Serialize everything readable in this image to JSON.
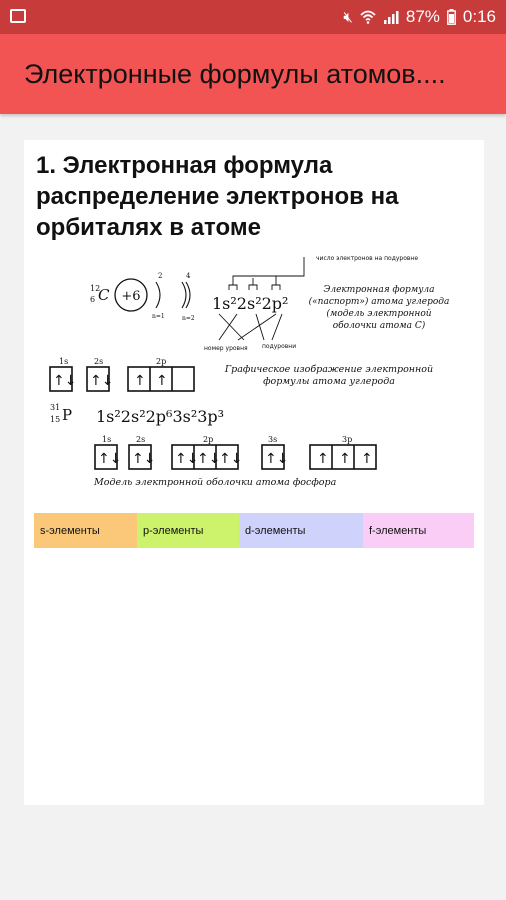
{
  "status_bar": {
    "battery_percent": "87%",
    "time": "0:16",
    "icons": [
      "image-icon",
      "mute-icon",
      "wifi-icon",
      "signal-icon",
      "battery-icon"
    ]
  },
  "app_bar": {
    "title": "Электронные формулы атомов...."
  },
  "content": {
    "heading": "1. Электронная формула распределение электронов на орбиталях в атоме",
    "figure": {
      "carbon_symbol": "C",
      "carbon_mass": "12",
      "carbon_number": "6",
      "nucleus_charge": "+6",
      "shell1_electrons": "2",
      "shell2_electrons": "4",
      "n1_label": "n=1",
      "n2_label": "n=2",
      "carbon_formula": "1s²2s²2p²",
      "label_count": "число электронов на подуровне",
      "label_level": "номер уровня",
      "label_sublevel": "подуровни",
      "passport_text": "Электронная формула («паспорт») атома углерода (модель электронной оболочки атома С)",
      "carbon_orbital_labels": [
        "1s",
        "2s",
        "2p"
      ],
      "carbon_graphic_caption": "Графическое изображение электронной формулы атома углерода",
      "p_mass": "31",
      "p_number": "15",
      "p_symbol": "P",
      "p_formula": "1s²2s²2p⁶3s²3p³",
      "p_orbital_labels": [
        "1s",
        "2s",
        "2p",
        "3s",
        "3p"
      ],
      "p_caption": "Модель электронной оболочки атома фосфора"
    },
    "legend": [
      {
        "label": "s-элементы",
        "color": "#fbc87a"
      },
      {
        "label": "p-элементы",
        "color": "#ccf36b"
      },
      {
        "label": "d-элементы",
        "color": "#cfd2fb"
      },
      {
        "label": "f-элементы",
        "color": "#f9cdf6"
      }
    ]
  }
}
